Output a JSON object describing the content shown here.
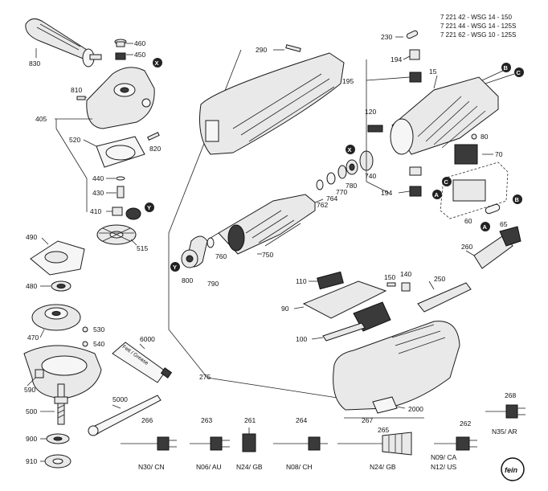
{
  "header": {
    "lines": [
      "7 221 42 - WSG 14 - 150",
      "7 221 44 - WSG 14 - 125S",
      "7 221 62 - WSG 10 - 125S"
    ]
  },
  "callouts": {
    "c830": "830",
    "c460": "460",
    "c450": "450",
    "c810": "810",
    "c405": "405",
    "c520": "520",
    "c820": "820",
    "c440": "440",
    "c430": "430",
    "c410": "410",
    "c515": "515",
    "c490": "490",
    "c480": "480",
    "c470": "470",
    "c530": "530",
    "c540": "540",
    "c590": "590",
    "c500": "500",
    "c900": "900",
    "c910": "910",
    "c6000": "6000",
    "c5000": "5000",
    "c290": "290",
    "c275": "275",
    "c750": "750",
    "c760": "760",
    "c762": "762",
    "c764": "764",
    "c770": "770",
    "c780": "780",
    "c740": "740",
    "c800": "800",
    "c790": "790",
    "c230": "230",
    "c194a": "194",
    "c195": "195",
    "c15": "15",
    "c120": "120",
    "c80": "80",
    "c70": "70",
    "c194b": "194",
    "c60": "60",
    "c65": "65",
    "c260": "260",
    "c150": "150",
    "c140": "140",
    "c250": "250",
    "c110": "110",
    "c90": "90",
    "c100": "100",
    "c2000": "2000",
    "c266": "266",
    "c263": "263",
    "c261": "261",
    "c264": "264",
    "c267": "267",
    "c265": "265",
    "c262": "262",
    "c268": "268"
  },
  "markers": {
    "x": "X",
    "y": "Y",
    "a": "A",
    "b": "B",
    "c": "C"
  },
  "grease_tube": "Fett / Grease",
  "cable_variants": {
    "cn": "N30/ CN",
    "au": "N06/ AU",
    "gb1": "N24/ GB",
    "ch": "N08/ CH",
    "gb2": "N24/ GB",
    "ca": "N09/ CA",
    "us": "N12/ US",
    "ar": "N35/ AR"
  },
  "logo": "fein"
}
